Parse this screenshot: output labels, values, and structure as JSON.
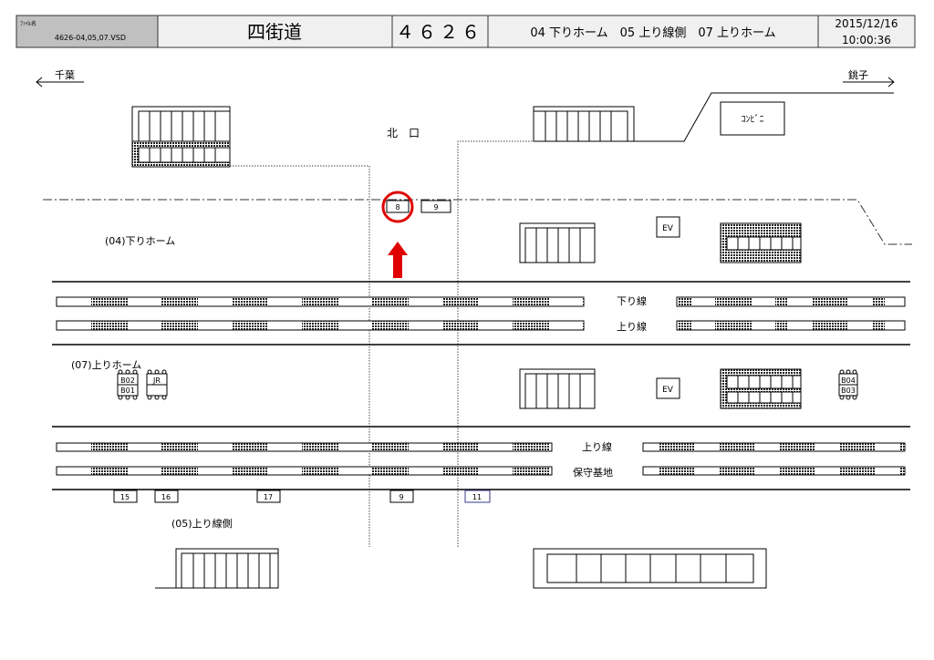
{
  "header": {
    "file_label": "ﾌｧｲﾙ名",
    "file_name": "4626-04,05,07.VSD",
    "station_name": "四街道",
    "station_code": "４６２６",
    "platforms": "04 下りホーム　05 上り線側　07 上りホーム",
    "date": "2015/12/16",
    "time": "10:00:36"
  },
  "directions": {
    "left": "千葉",
    "right": "銚子"
  },
  "labels": {
    "north_exit": "北　口",
    "konbini": "ｺﾝﾋﾞﾆ",
    "platform_04": "(04)下りホーム",
    "platform_07": "(07)上りホーム",
    "platform_05": "(05)上り線側",
    "track_down": "下り線",
    "track_up": "上り線",
    "track_up2": "上り線",
    "maintenance": "保守基地",
    "ev1": "EV",
    "ev2": "EV"
  },
  "booths": {
    "b02": "B02",
    "b01": "B01",
    "jr": "JR",
    "b04": "B04",
    "b03": "B03"
  },
  "markers": {
    "top": [
      "8",
      "9"
    ],
    "bottom": [
      "15",
      "16",
      "17",
      "9",
      "11"
    ],
    "highlighted": "8"
  },
  "colors": {
    "highlight": "#e00000",
    "header_bg": "#f0f0f0",
    "file_bg": "#c0c0c0"
  }
}
